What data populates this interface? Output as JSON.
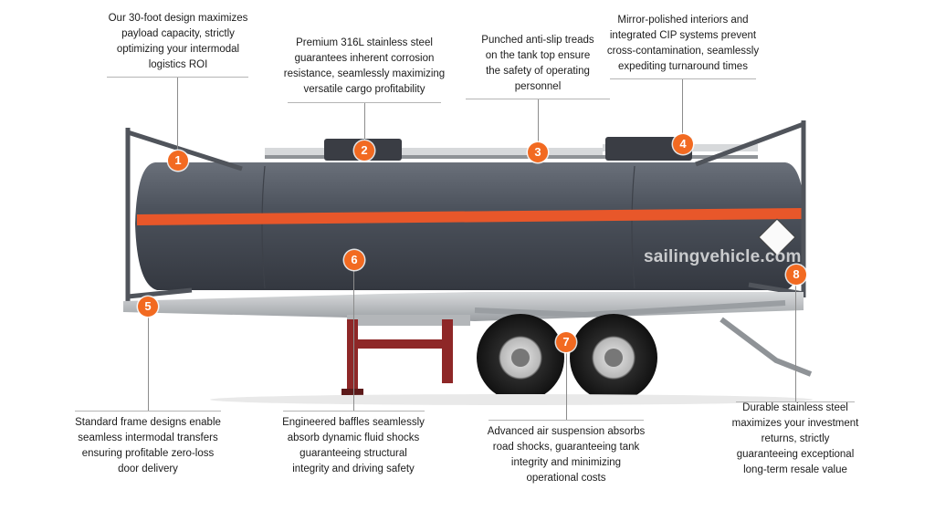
{
  "watermark": "sailingvehicle.com",
  "colors": {
    "accent": "#f26a21",
    "tank": "#4a4f58",
    "stripe": "#e8572a",
    "frame": "#b9bcbf",
    "leg": "#8e2727"
  },
  "callouts": [
    {
      "number": "1",
      "lines": [
        "Our 30-foot design maximizes",
        "payload capacity, strictly",
        "optimizing your intermodal",
        "logistics ROI"
      ]
    },
    {
      "number": "2",
      "lines": [
        "Premium 316L stainless steel",
        "guarantees inherent corrosion",
        "resistance, seamlessly maximizing",
        "versatile cargo profitability"
      ]
    },
    {
      "number": "3",
      "lines": [
        "Punched anti-slip treads",
        "on the tank top ensure",
        "the safety of operating",
        "personnel"
      ]
    },
    {
      "number": "4",
      "lines": [
        "Mirror-polished interiors and",
        "integrated CIP systems prevent",
        "cross-contamination, seamlessly",
        "expediting turnaround times"
      ]
    },
    {
      "number": "5",
      "lines": [
        "Standard frame designs enable",
        "seamless intermodal transfers",
        "ensuring profitable zero-loss",
        "door delivery"
      ]
    },
    {
      "number": "6",
      "lines": [
        "Engineered baffles seamlessly",
        "absorb dynamic fluid shocks",
        "guaranteeing structural",
        "integrity and driving safety"
      ]
    },
    {
      "number": "7",
      "lines": [
        "Advanced air suspension absorbs",
        "road shocks, guaranteeing tank",
        "integrity and minimizing",
        "operational costs"
      ]
    },
    {
      "number": "8",
      "lines": [
        "Durable stainless steel",
        "maximizes your investment",
        "returns, strictly",
        "guaranteeing exceptional",
        "long-term resale value"
      ]
    }
  ]
}
